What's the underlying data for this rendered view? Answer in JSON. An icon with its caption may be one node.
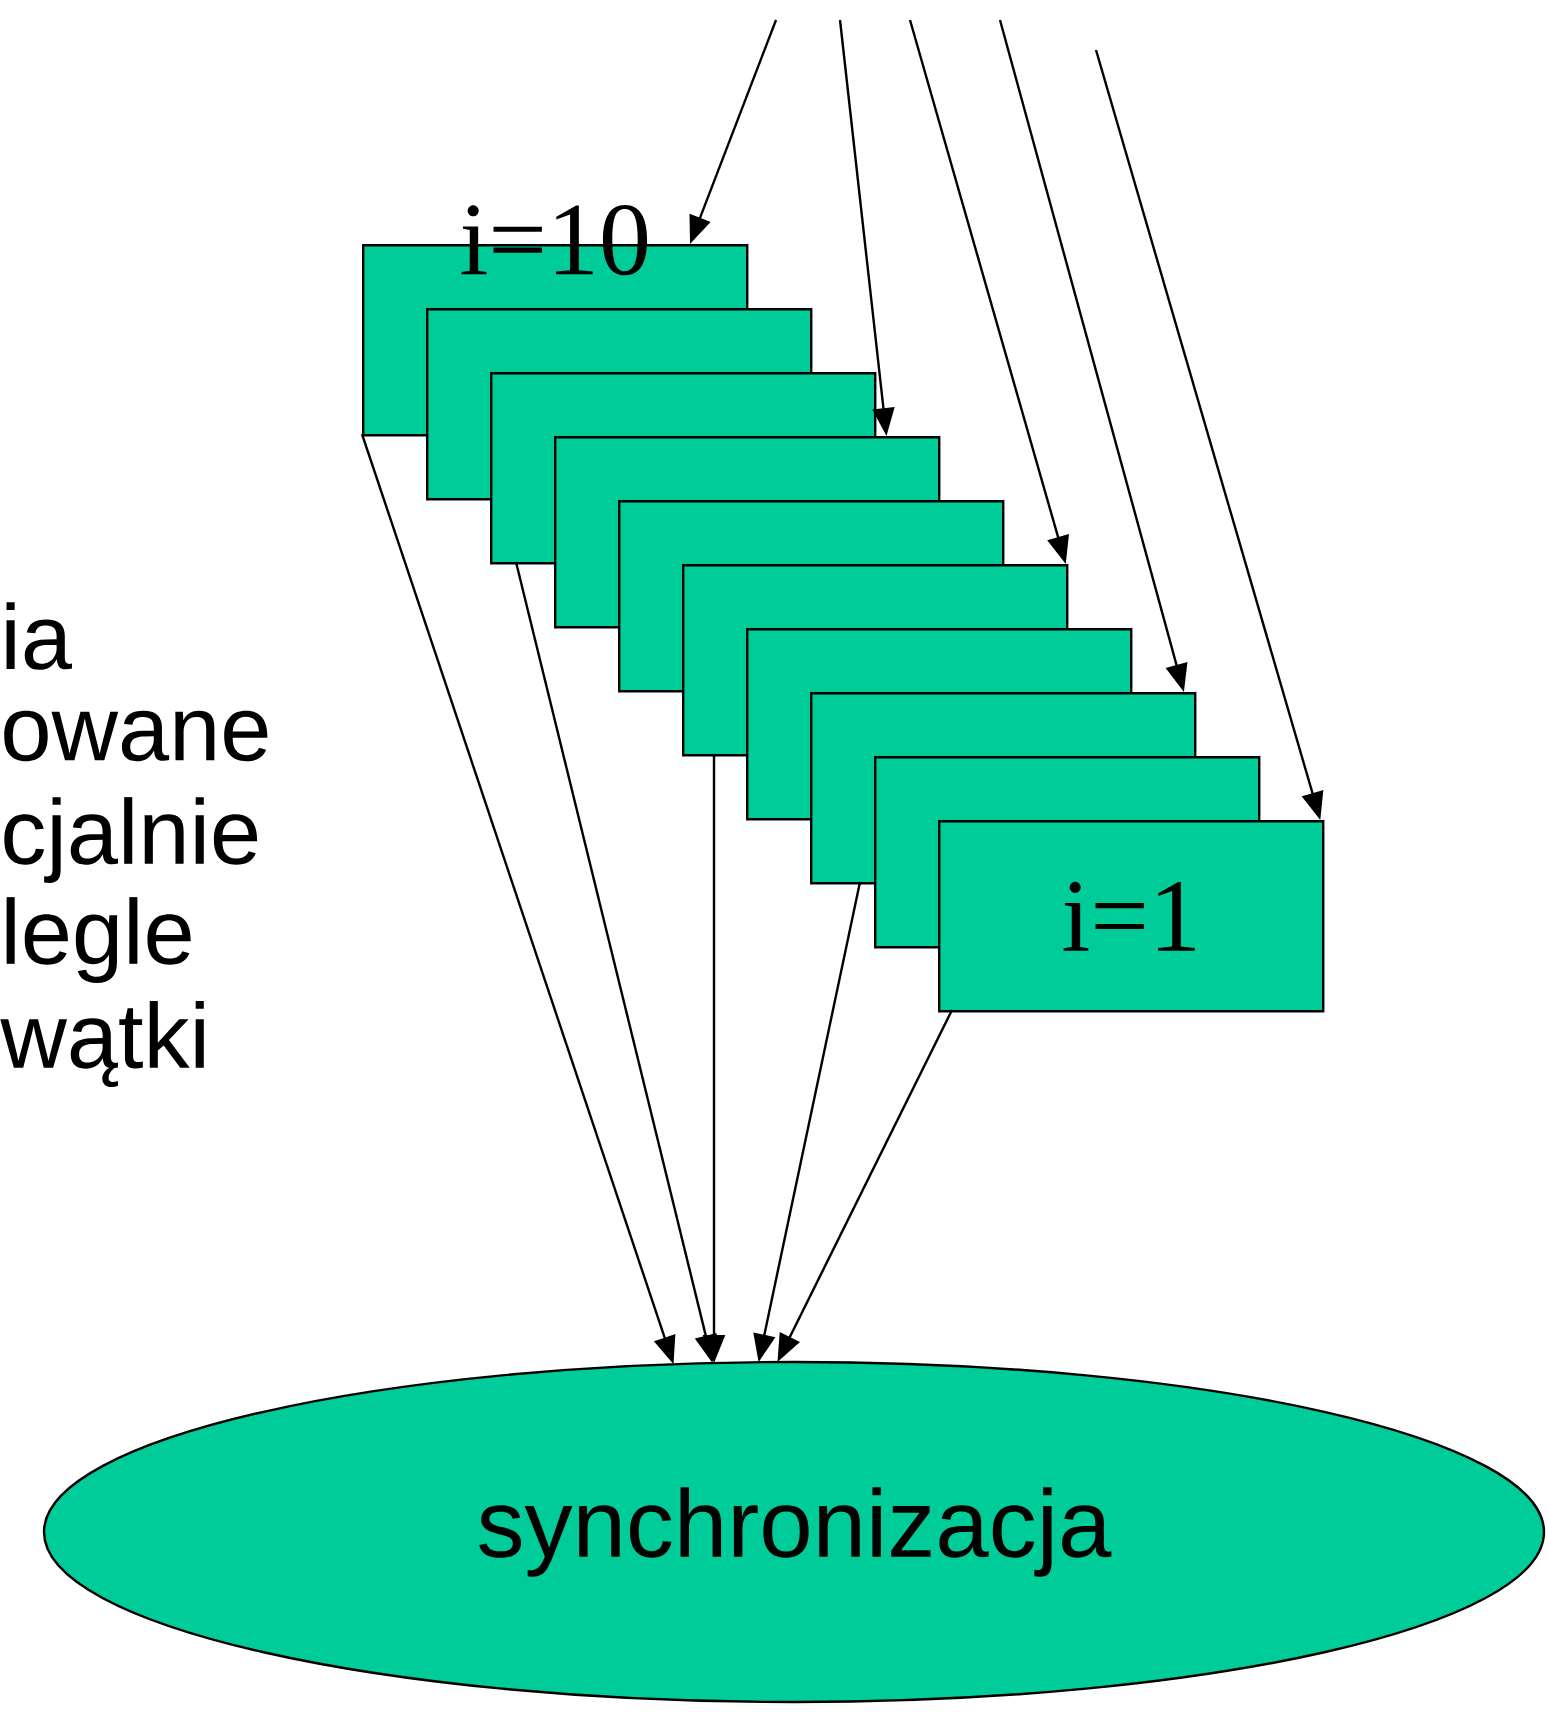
{
  "diagram": {
    "nodes": [
      {
        "text": [
          "i=10"
        ]
      },
      {
        "text": [],
        "shape": "box"
      },
      {
        "text": [],
        "shape": "box"
      },
      {
        "text": [],
        "shape": "box"
      },
      {
        "text": [],
        "shape": "box"
      },
      {
        "text": [],
        "shape": "box"
      },
      {
        "text": [],
        "shape": "box"
      },
      {
        "text": [],
        "shape": "box"
      },
      {
        "text": [],
        "shape": "box"
      },
      {
        "text": [
          "i=1"
        ]
      },
      {
        "text": [
          "synchronizacja"
        ]
      }
    ],
    "edges": [
      {
        "from": null,
        "to": 0,
        "arrow": "to"
      },
      {
        "from": null,
        "to": 3,
        "arrow": "to"
      },
      {
        "from": null,
        "to": 5,
        "arrow": "to"
      },
      {
        "from": null,
        "to": 7,
        "arrow": "to"
      },
      {
        "from": null,
        "to": 9,
        "arrow": "to"
      },
      {
        "from": 0,
        "to": 10,
        "arrow": "to"
      },
      {
        "from": 2,
        "to": 10,
        "arrow": "to"
      },
      {
        "from": 5,
        "to": 10,
        "arrow": "to"
      },
      {
        "from": 7,
        "to": 10,
        "arrow": "to"
      },
      {
        "from": 9,
        "to": 10,
        "arrow": "to"
      }
    ],
    "labels": [
      "ia",
      "owane",
      "cjalnie",
      "legle",
      "wątki"
    ]
  }
}
